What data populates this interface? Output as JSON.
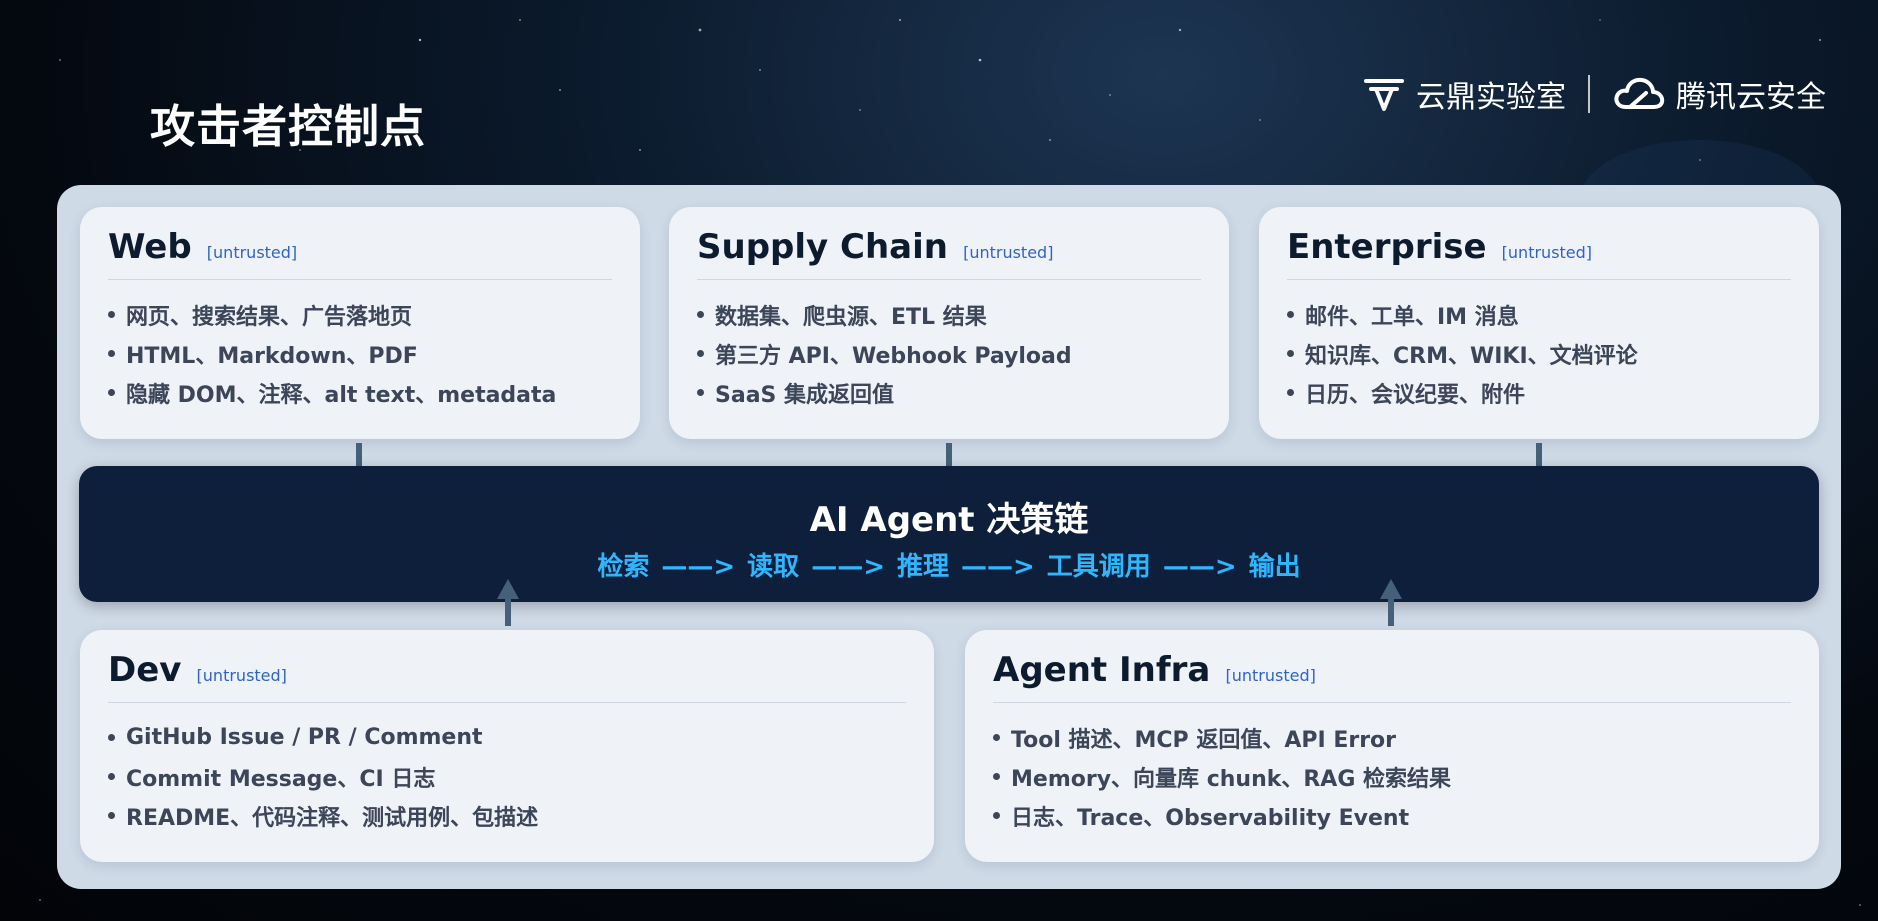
{
  "page": {
    "title": "攻击者控制点"
  },
  "logos": [
    {
      "name": "云鼎实验室"
    },
    {
      "name": "腾讯云安全"
    }
  ],
  "sources": [
    {
      "title": "Web",
      "tag": "[untrusted]",
      "items": [
        "网页、搜索结果、广告落地页",
        "HTML、Markdown、PDF",
        "隐藏 DOM、注释、alt text、metadata"
      ]
    },
    {
      "title": "Supply Chain",
      "tag": "[untrusted]",
      "items": [
        "数据集、爬虫源、ETL 结果",
        "第三方 API、Webhook Payload",
        "SaaS 集成返回值"
      ]
    },
    {
      "title": "Enterprise",
      "tag": "[untrusted]",
      "items": [
        "邮件、工单、IM 消息",
        "知识库、CRM、WIKI、文档评论",
        "日历、会议纪要、附件"
      ]
    },
    {
      "title": "Dev",
      "tag": "[untrusted]",
      "items": [
        "GitHub Issue / PR / Comment",
        "Commit Message、CI 日志",
        "README、代码注释、测试用例、包描述"
      ]
    },
    {
      "title": "Agent Infra",
      "tag": "[untrusted]",
      "items": [
        "Tool 描述、MCP 返回值、API Error",
        "Memory、向量库 chunk、RAG 检索结果",
        "日志、Trace、Observability Event"
      ]
    }
  ],
  "core": {
    "title": "AI Agent 决策链",
    "steps": [
      "检索",
      "读取",
      "推理",
      "工具调用",
      "输出"
    ],
    "connector": "——>"
  },
  "colors": {
    "panel": "#cfdae7",
    "card": "#eff3f8",
    "core": "#0e1f3b",
    "flow": "#2fb6ff",
    "tag": "#2f63c6",
    "arrow": "#456179"
  }
}
